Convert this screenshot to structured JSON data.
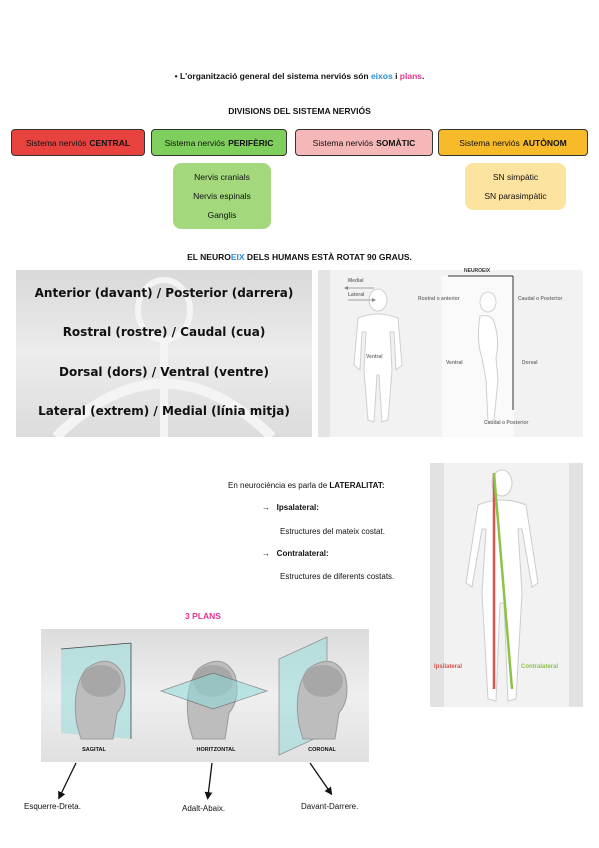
{
  "intro": {
    "bullet": "•",
    "before": "L'organització general del sistema nerviós són ",
    "eixos": "eixos",
    "mid": " i ",
    "plans": "plans",
    "end": "."
  },
  "divisions": {
    "title": "DIVISIONS DEL SISTEMA NERVIÓS",
    "boxes": [
      {
        "prefix": "Sistema nerviós",
        "bold": "CENTRAL",
        "color": "#e8423f"
      },
      {
        "prefix": "Sistema nerviós",
        "bold": "PERIFÈRIC",
        "color": "#7fcf5c"
      },
      {
        "prefix": "Sistema nerviós",
        "bold": "SOMÀTIC",
        "color": "#f5b7b7"
      },
      {
        "prefix": "Sistema nerviós",
        "bold": "AUTÒNOM",
        "color": "#f7bb2a"
      }
    ],
    "peripheric_list": [
      "Nervis cranials",
      "Nervis espinals",
      "Ganglis"
    ],
    "autonom_list": [
      "SN simpàtic",
      "SN parasimpàtic"
    ]
  },
  "neuroeix": {
    "before": "EL NEURO",
    "highlight": "EIX",
    "after": " DELS HUMANS ESTÀ ROTAT 90 GRAUS."
  },
  "axes": [
    "Anterior (davant) / Posterior (darrera)",
    "Rostral (rostre) / Caudal (cua)",
    "Dorsal (dors) / Ventral (ventre)",
    "Lateral (extrem) / Medial (línia mitja)"
  ],
  "body_figure": {
    "medial": "Medial",
    "lateral": "Lateral",
    "ventral": "Ventral",
    "neuroeix": "NEUROEIX",
    "rostral": "Rostral o anterior",
    "caudal_post": "Caudal o Posterior",
    "ventral2": "Ventral",
    "dorsal": "Dorsal",
    "caudal_bottom": "Caudal o Posterior"
  },
  "laterality": {
    "intro_text": "En neurociència es parla de ",
    "intro_bold": "LATERALITAT:",
    "arrow": "→",
    "items": [
      {
        "title": "Ipsalateral:",
        "desc": "Estructures del mateix costat."
      },
      {
        "title": "Contralateral:",
        "desc": "Estructures de diferents costats."
      }
    ],
    "fig_ipsi": "Ipsilateral",
    "fig_contra": "Contralateral"
  },
  "plans": {
    "title": "3 PLANS",
    "labels": [
      "SAGITAL",
      "HORITZONTAL",
      "CORONAL"
    ],
    "descriptions": [
      "Esquerre-Dreta.",
      "Adalt-Abaix.",
      "Davant-Darrere."
    ]
  },
  "colors": {
    "blue": "#2a8fd6",
    "pink": "#e0358a",
    "ipsi": "#d9534f",
    "contra": "#8bc34a",
    "plane": "#8fdada"
  }
}
